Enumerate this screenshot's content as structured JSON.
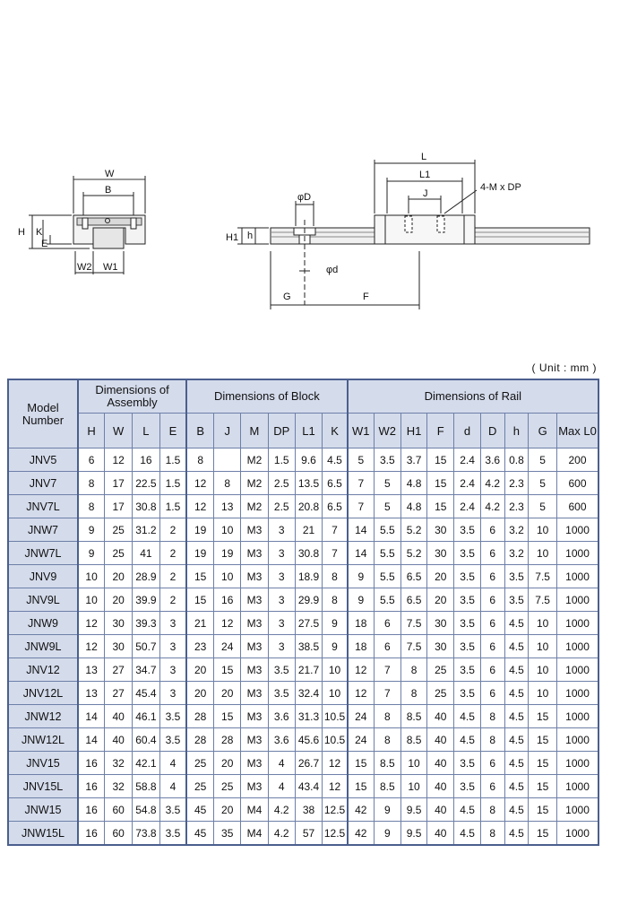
{
  "diagram": {
    "front_labels": {
      "W": "W",
      "B": "B",
      "H": "H",
      "K": "K",
      "E": "E",
      "W2": "W2",
      "W1": "W1"
    },
    "side_labels": {
      "L": "L",
      "L1": "L1",
      "J": "J",
      "M": "4-M x DP",
      "D": "φD",
      "d": "φd",
      "H1": "H1",
      "h": "h",
      "G": "G",
      "F": "F"
    }
  },
  "unit_note": "( Unit : mm )",
  "table": {
    "model_header": "Model Number",
    "group_assembly": "Dimensions of Assembly",
    "group_block": "Dimensions of Block",
    "group_rail": "Dimensions of Rail",
    "columns": [
      "H",
      "W",
      "L",
      "E",
      "B",
      "J",
      "M",
      "DP",
      "L1",
      "K",
      "W1",
      "W2",
      "H1",
      "F",
      "d",
      "D",
      "h",
      "G",
      "Max L0"
    ],
    "rows": [
      [
        "JNV5",
        "6",
        "12",
        "16",
        "1.5",
        "8",
        "",
        "M2",
        "1.5",
        "9.6",
        "4.5",
        "5",
        "3.5",
        "3.7",
        "15",
        "2.4",
        "3.6",
        "0.8",
        "5",
        "200"
      ],
      [
        "JNV7",
        "8",
        "17",
        "22.5",
        "1.5",
        "12",
        "8",
        "M2",
        "2.5",
        "13.5",
        "6.5",
        "7",
        "5",
        "4.8",
        "15",
        "2.4",
        "4.2",
        "2.3",
        "5",
        "600"
      ],
      [
        "JNV7L",
        "8",
        "17",
        "30.8",
        "1.5",
        "12",
        "13",
        "M2",
        "2.5",
        "20.8",
        "6.5",
        "7",
        "5",
        "4.8",
        "15",
        "2.4",
        "4.2",
        "2.3",
        "5",
        "600"
      ],
      [
        "JNW7",
        "9",
        "25",
        "31.2",
        "2",
        "19",
        "10",
        "M3",
        "3",
        "21",
        "7",
        "14",
        "5.5",
        "5.2",
        "30",
        "3.5",
        "6",
        "3.2",
        "10",
        "1000"
      ],
      [
        "JNW7L",
        "9",
        "25",
        "41",
        "2",
        "19",
        "19",
        "M3",
        "3",
        "30.8",
        "7",
        "14",
        "5.5",
        "5.2",
        "30",
        "3.5",
        "6",
        "3.2",
        "10",
        "1000"
      ],
      [
        "JNV9",
        "10",
        "20",
        "28.9",
        "2",
        "15",
        "10",
        "M3",
        "3",
        "18.9",
        "8",
        "9",
        "5.5",
        "6.5",
        "20",
        "3.5",
        "6",
        "3.5",
        "7.5",
        "1000"
      ],
      [
        "JNV9L",
        "10",
        "20",
        "39.9",
        "2",
        "15",
        "16",
        "M3",
        "3",
        "29.9",
        "8",
        "9",
        "5.5",
        "6.5",
        "20",
        "3.5",
        "6",
        "3.5",
        "7.5",
        "1000"
      ],
      [
        "JNW9",
        "12",
        "30",
        "39.3",
        "3",
        "21",
        "12",
        "M3",
        "3",
        "27.5",
        "9",
        "18",
        "6",
        "7.5",
        "30",
        "3.5",
        "6",
        "4.5",
        "10",
        "1000"
      ],
      [
        "JNW9L",
        "12",
        "30",
        "50.7",
        "3",
        "23",
        "24",
        "M3",
        "3",
        "38.5",
        "9",
        "18",
        "6",
        "7.5",
        "30",
        "3.5",
        "6",
        "4.5",
        "10",
        "1000"
      ],
      [
        "JNV12",
        "13",
        "27",
        "34.7",
        "3",
        "20",
        "15",
        "M3",
        "3.5",
        "21.7",
        "10",
        "12",
        "7",
        "8",
        "25",
        "3.5",
        "6",
        "4.5",
        "10",
        "1000"
      ],
      [
        "JNV12L",
        "13",
        "27",
        "45.4",
        "3",
        "20",
        "20",
        "M3",
        "3.5",
        "32.4",
        "10",
        "12",
        "7",
        "8",
        "25",
        "3.5",
        "6",
        "4.5",
        "10",
        "1000"
      ],
      [
        "JNW12",
        "14",
        "40",
        "46.1",
        "3.5",
        "28",
        "15",
        "M3",
        "3.6",
        "31.3",
        "10.5",
        "24",
        "8",
        "8.5",
        "40",
        "4.5",
        "8",
        "4.5",
        "15",
        "1000"
      ],
      [
        "JNW12L",
        "14",
        "40",
        "60.4",
        "3.5",
        "28",
        "28",
        "M3",
        "3.6",
        "45.6",
        "10.5",
        "24",
        "8",
        "8.5",
        "40",
        "4.5",
        "8",
        "4.5",
        "15",
        "1000"
      ],
      [
        "JNV15",
        "16",
        "32",
        "42.1",
        "4",
        "25",
        "20",
        "M3",
        "4",
        "26.7",
        "12",
        "15",
        "8.5",
        "10",
        "40",
        "3.5",
        "6",
        "4.5",
        "15",
        "1000"
      ],
      [
        "JNV15L",
        "16",
        "32",
        "58.8",
        "4",
        "25",
        "25",
        "M3",
        "4",
        "43.4",
        "12",
        "15",
        "8.5",
        "10",
        "40",
        "3.5",
        "6",
        "4.5",
        "15",
        "1000"
      ],
      [
        "JNW15",
        "16",
        "60",
        "54.8",
        "3.5",
        "45",
        "20",
        "M4",
        "4.2",
        "38",
        "12.5",
        "42",
        "9",
        "9.5",
        "40",
        "4.5",
        "8",
        "4.5",
        "15",
        "1000"
      ],
      [
        "JNW15L",
        "16",
        "60",
        "73.8",
        "3.5",
        "45",
        "35",
        "M4",
        "4.2",
        "57",
        "12.5",
        "42",
        "9",
        "9.5",
        "40",
        "4.5",
        "8",
        "4.5",
        "15",
        "1000"
      ]
    ]
  }
}
